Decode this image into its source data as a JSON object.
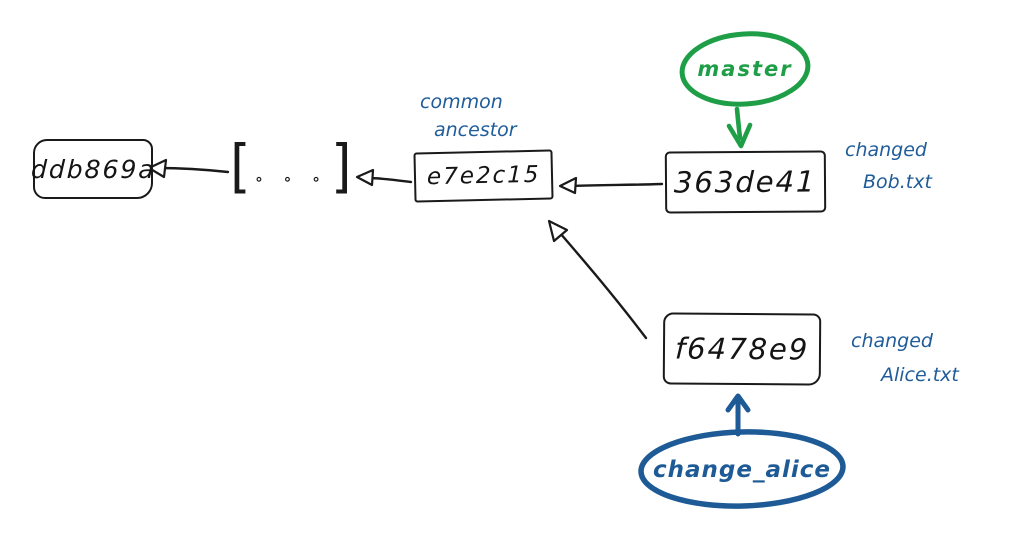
{
  "diagram": {
    "type": "git-history-sketch",
    "background": "#ffffff",
    "ink_color": "#1a1a1a",
    "annotation_color": "#1f5c99",
    "master_color": "#1e9e47",
    "branch_color": "#1d5a96",
    "commits": {
      "oldest": {
        "hash": "ddb869a"
      },
      "ellipsis": {
        "open_bracket": "[",
        "dots": "∘ ∘ ∘",
        "close_bracket": "]"
      },
      "ancestor": {
        "hash": "e7e2c15",
        "note_line1": "common",
        "note_line2": "ancestor"
      },
      "bob": {
        "hash": "363de41",
        "note_line1": "changed",
        "note_line2": "Bob.txt"
      },
      "alice": {
        "hash": "f6478e9",
        "note_line1": "changed",
        "note_line2": "Alice.txt"
      }
    },
    "branches": {
      "master": {
        "label": "master"
      },
      "change_alice": {
        "label": "change_alice"
      }
    }
  }
}
